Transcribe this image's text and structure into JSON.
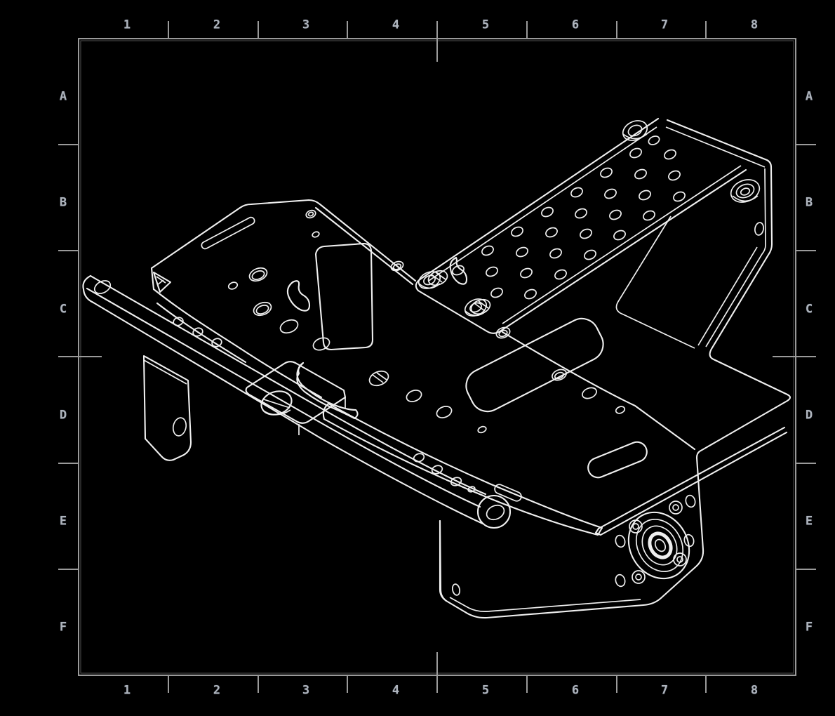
{
  "figure": {
    "type": "isometric-cad-line-drawing",
    "subject": "sheet-metal-chassis-part",
    "style": "white-lines-on-black"
  },
  "colors": {
    "background": "#000000",
    "frame": "#9a9a9a",
    "labels": "#aeb4bc",
    "linework": "#efefef"
  },
  "grid": {
    "columns": [
      "1",
      "2",
      "3",
      "4",
      "5",
      "6",
      "7",
      "8"
    ],
    "rows": [
      "A",
      "B",
      "C",
      "D",
      "E",
      "F"
    ]
  }
}
